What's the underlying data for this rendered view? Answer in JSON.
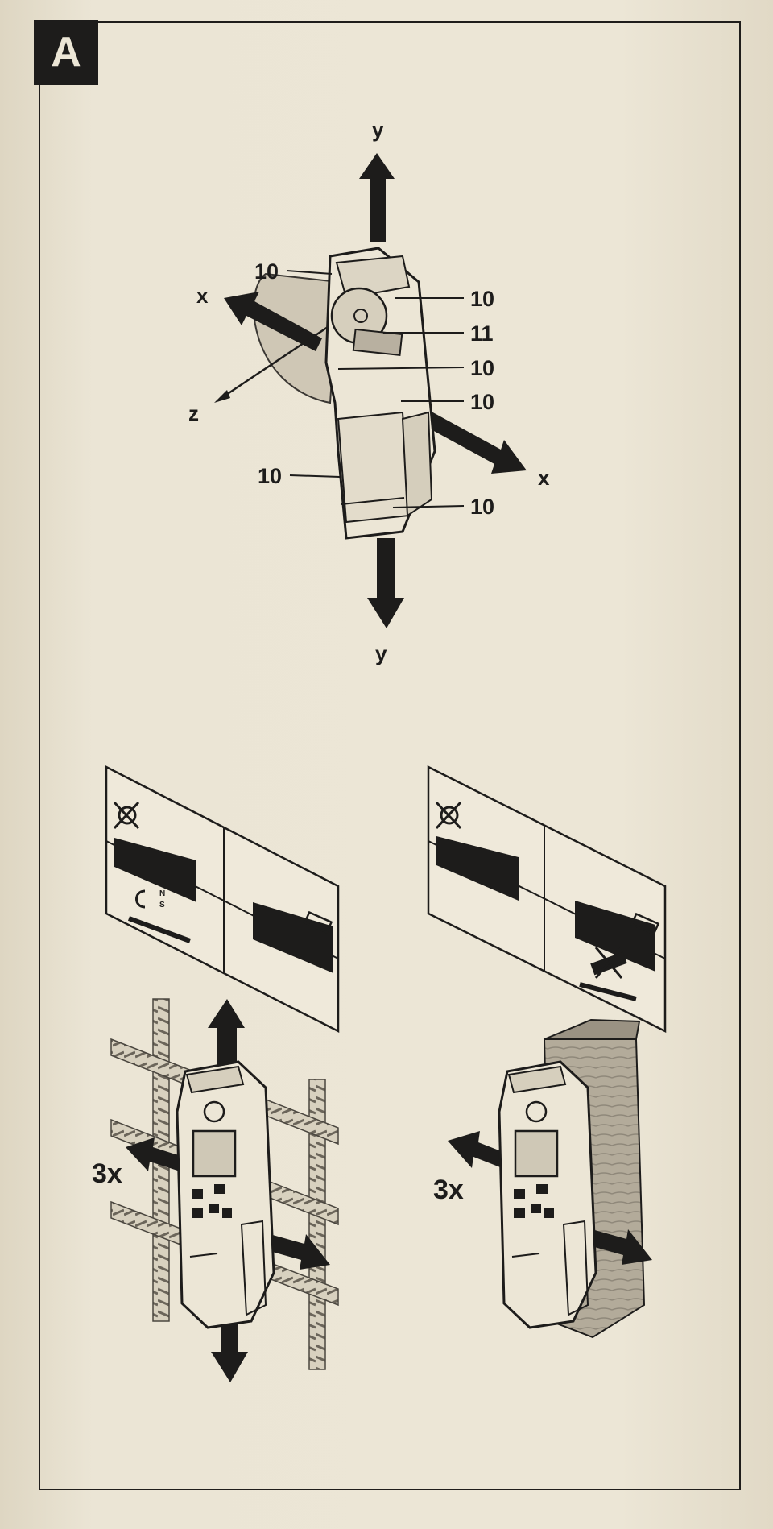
{
  "section_label": "A",
  "axes": {
    "y_top": "y",
    "y_bottom": "y",
    "x_left": "x",
    "x_right": "x",
    "z": "z"
  },
  "callouts": [
    {
      "text": "10"
    },
    {
      "text": "10"
    },
    {
      "text": "11"
    },
    {
      "text": "10"
    },
    {
      "text": "10"
    },
    {
      "text": "10"
    },
    {
      "text": "10"
    }
  ],
  "calibration": [
    {
      "repeat_label": "3x",
      "material": "rebar-grid"
    },
    {
      "repeat_label": "3x",
      "material": "wooden-beam"
    }
  ]
}
